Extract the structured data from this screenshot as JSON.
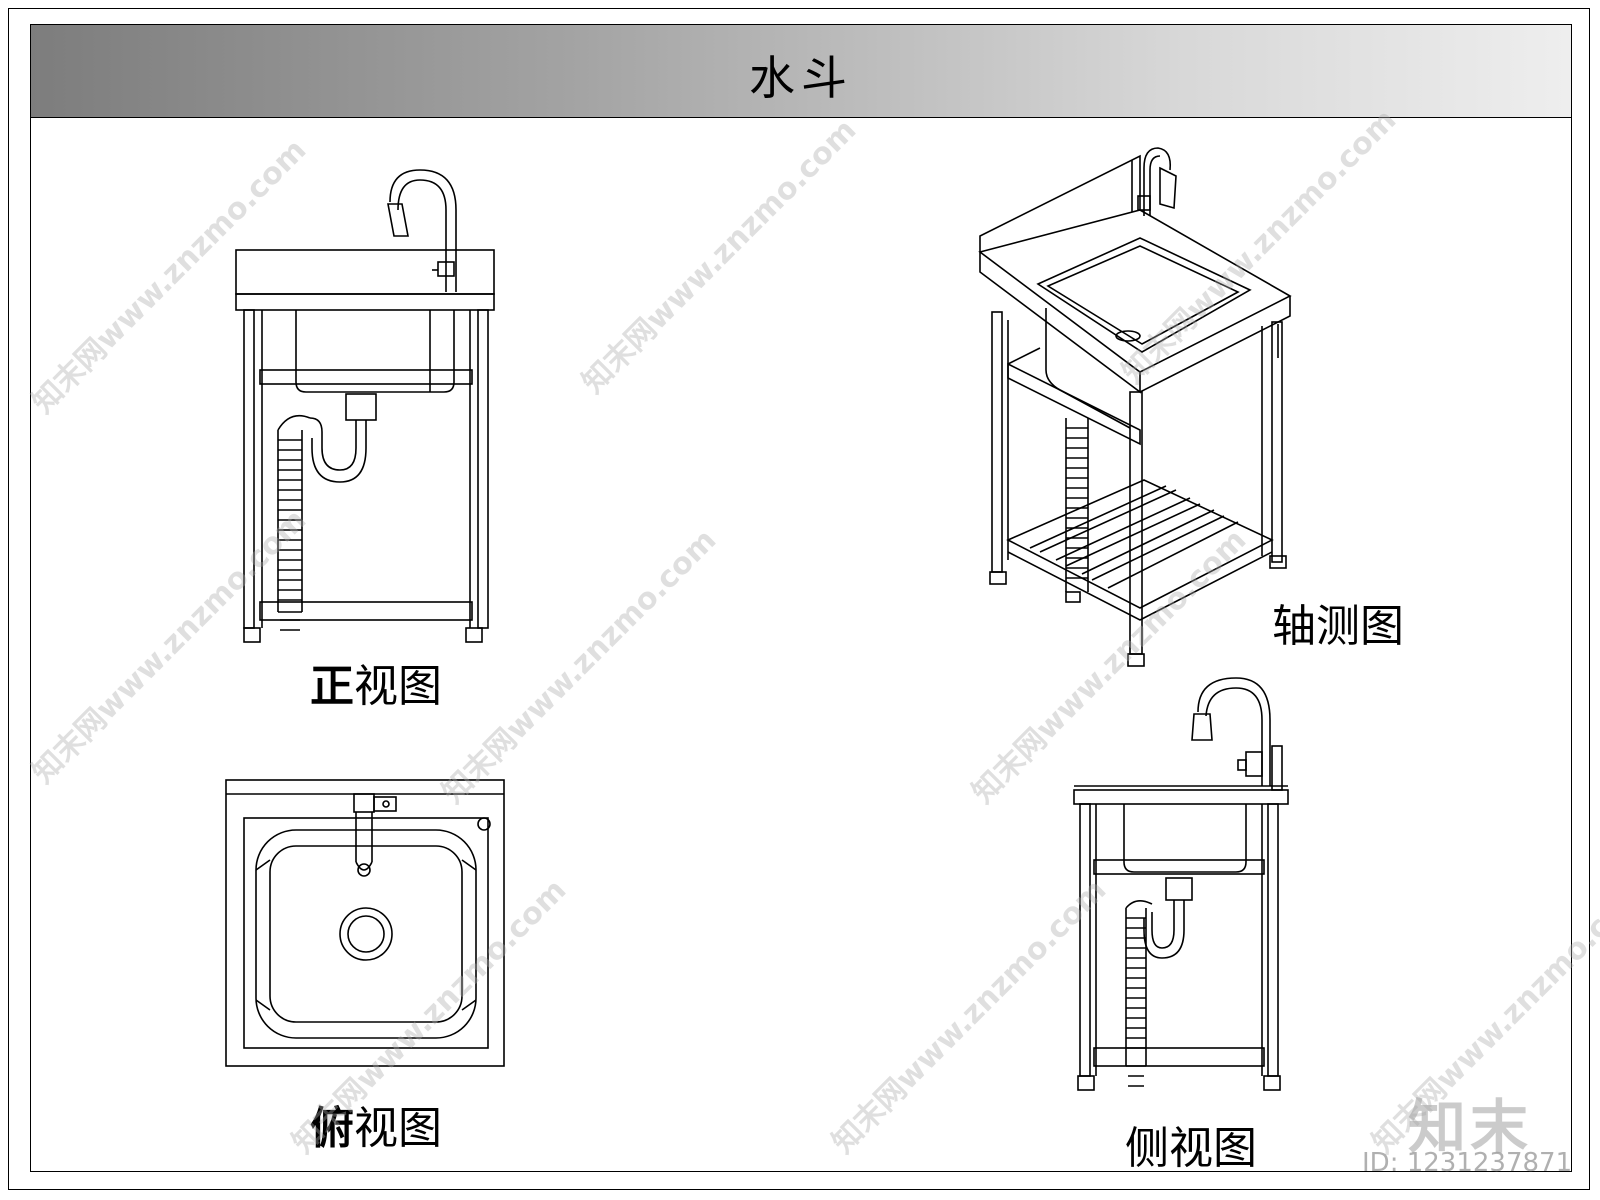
{
  "title": "水斗",
  "views": {
    "front": {
      "bold": "正",
      "rest": "视图"
    },
    "isometric": {
      "label": "轴测图"
    },
    "top": {
      "bold": "俯",
      "rest": "视图"
    },
    "side": {
      "label": "侧视图"
    }
  },
  "brand": {
    "logo": "知末",
    "id_text": "ID: 1231237871"
  },
  "watermark": {
    "text": "知末网www.znzmo.com"
  },
  "colors": {
    "line": "#000000",
    "title_gradient_start": "#7d7d7d",
    "title_gradient_end": "#eeeeee"
  }
}
